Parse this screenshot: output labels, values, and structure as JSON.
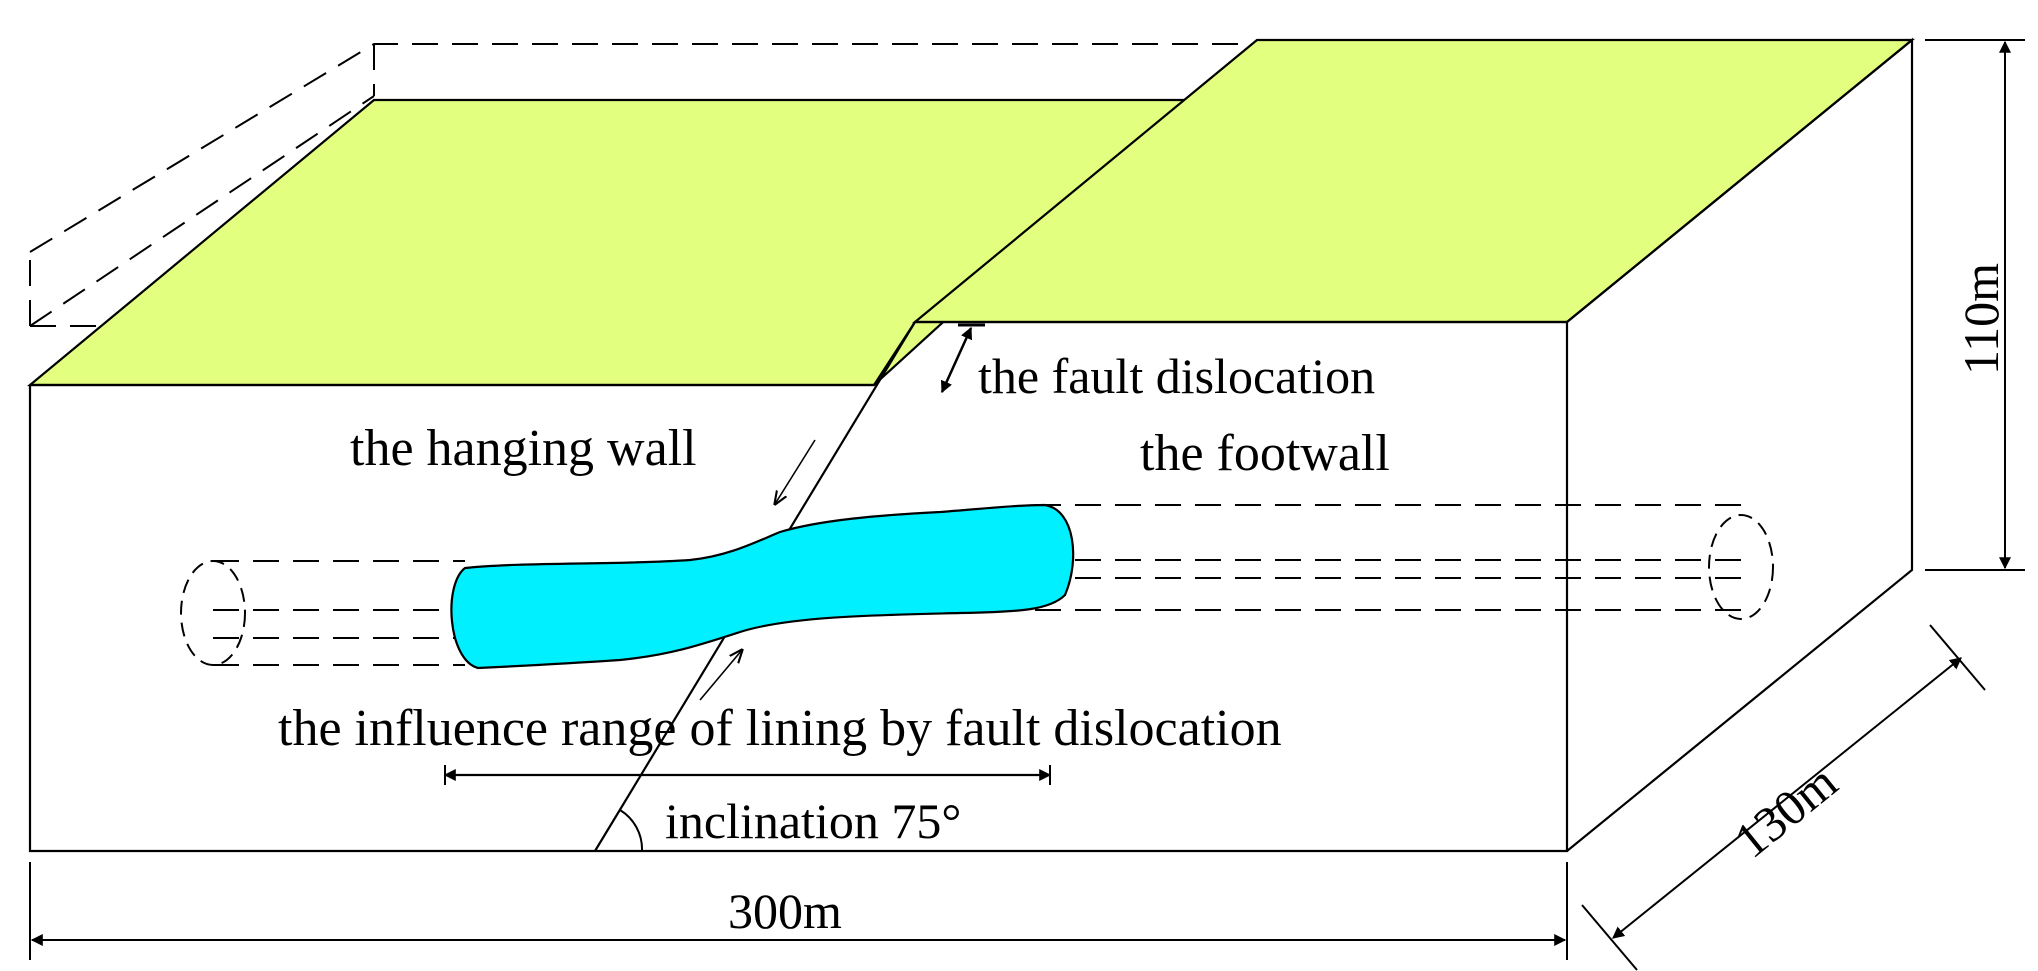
{
  "labels": {
    "fault_dislocation": "the fault dislocation",
    "hanging_wall": "the hanging wall",
    "footwall": "the footwall",
    "influence_range": "the influence range of lining by fault dislocation",
    "inclination": "inclination 75°",
    "width": "300m",
    "height": "110m",
    "depth": "130m"
  },
  "colors": {
    "ground_surface": "#e2ff80",
    "tunnel_lining": "#00f0ff",
    "line": "#000000"
  }
}
